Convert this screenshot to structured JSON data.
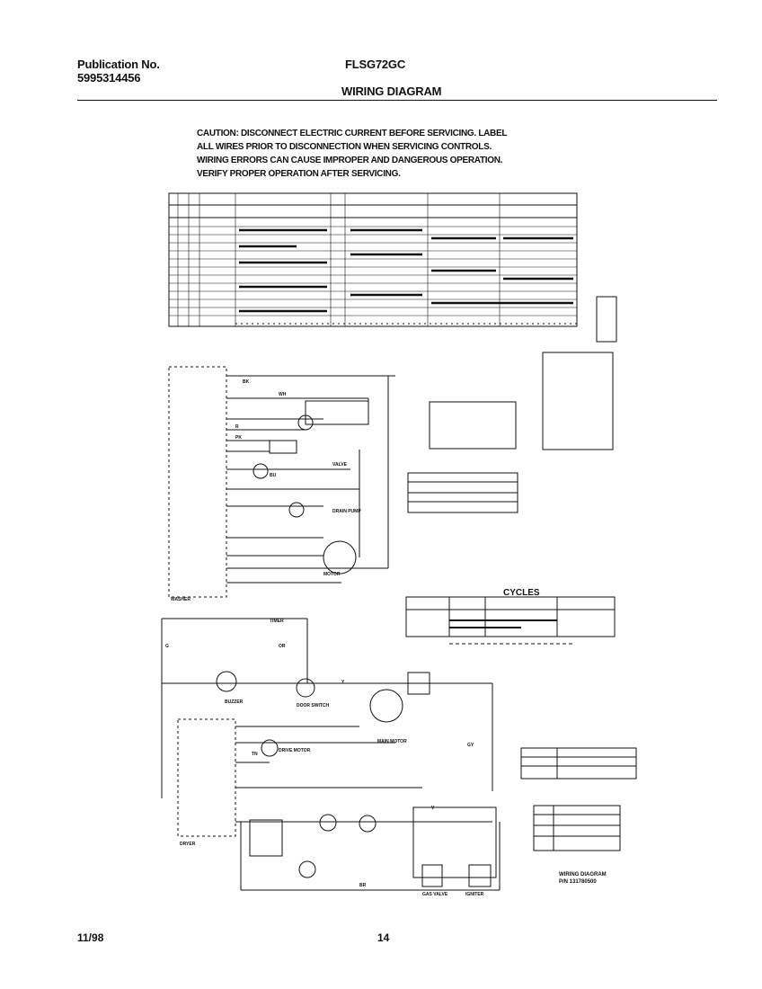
{
  "header": {
    "publication_label": "Publication No.",
    "publication_number": "5995314456",
    "model": "FLSG72GC",
    "title": "WIRING DIAGRAM"
  },
  "caution": {
    "line1": "CAUTION: DISCONNECT ELECTRIC CURRENT BEFORE SERVICING. LABEL",
    "line2": "ALL WIRES PRIOR TO DISCONNECTION WHEN SERVICING CONTROLS.",
    "line3": "WIRING ERRORS CAN CAUSE IMPROPER AND DANGEROUS OPERATION.",
    "line4": "VERIFY PROPER OPERATION AFTER SERVICING."
  },
  "sections": {
    "cycles_title": "CYCLES",
    "wiring_diagram_label": "WIRING DIAGRAM",
    "part_number": "P/N 131780500"
  },
  "diagram_labels": {
    "dryer": "DRYER",
    "washer": "WASHER",
    "motor": "MOTOR",
    "main_motor": "MAIN MOTOR",
    "drive_motor": "DRIVE MOTOR",
    "timer": "TIMER",
    "door_switch": "DOOR SWITCH",
    "buzzer": "BUZZER",
    "drain_pump": "DRAIN PUMP",
    "valve": "VALVE",
    "gas_valve": "GAS VALVE",
    "igniter": "IGNITER",
    "wh": "WH",
    "bk": "BK",
    "bu": "BU",
    "or": "OR",
    "pk": "PK",
    "r": "R",
    "y": "Y",
    "g": "G",
    "bro": "BR",
    "tn": "TN",
    "gy": "GY",
    "v": "V"
  },
  "footer": {
    "date": "11/98",
    "page": "14"
  }
}
